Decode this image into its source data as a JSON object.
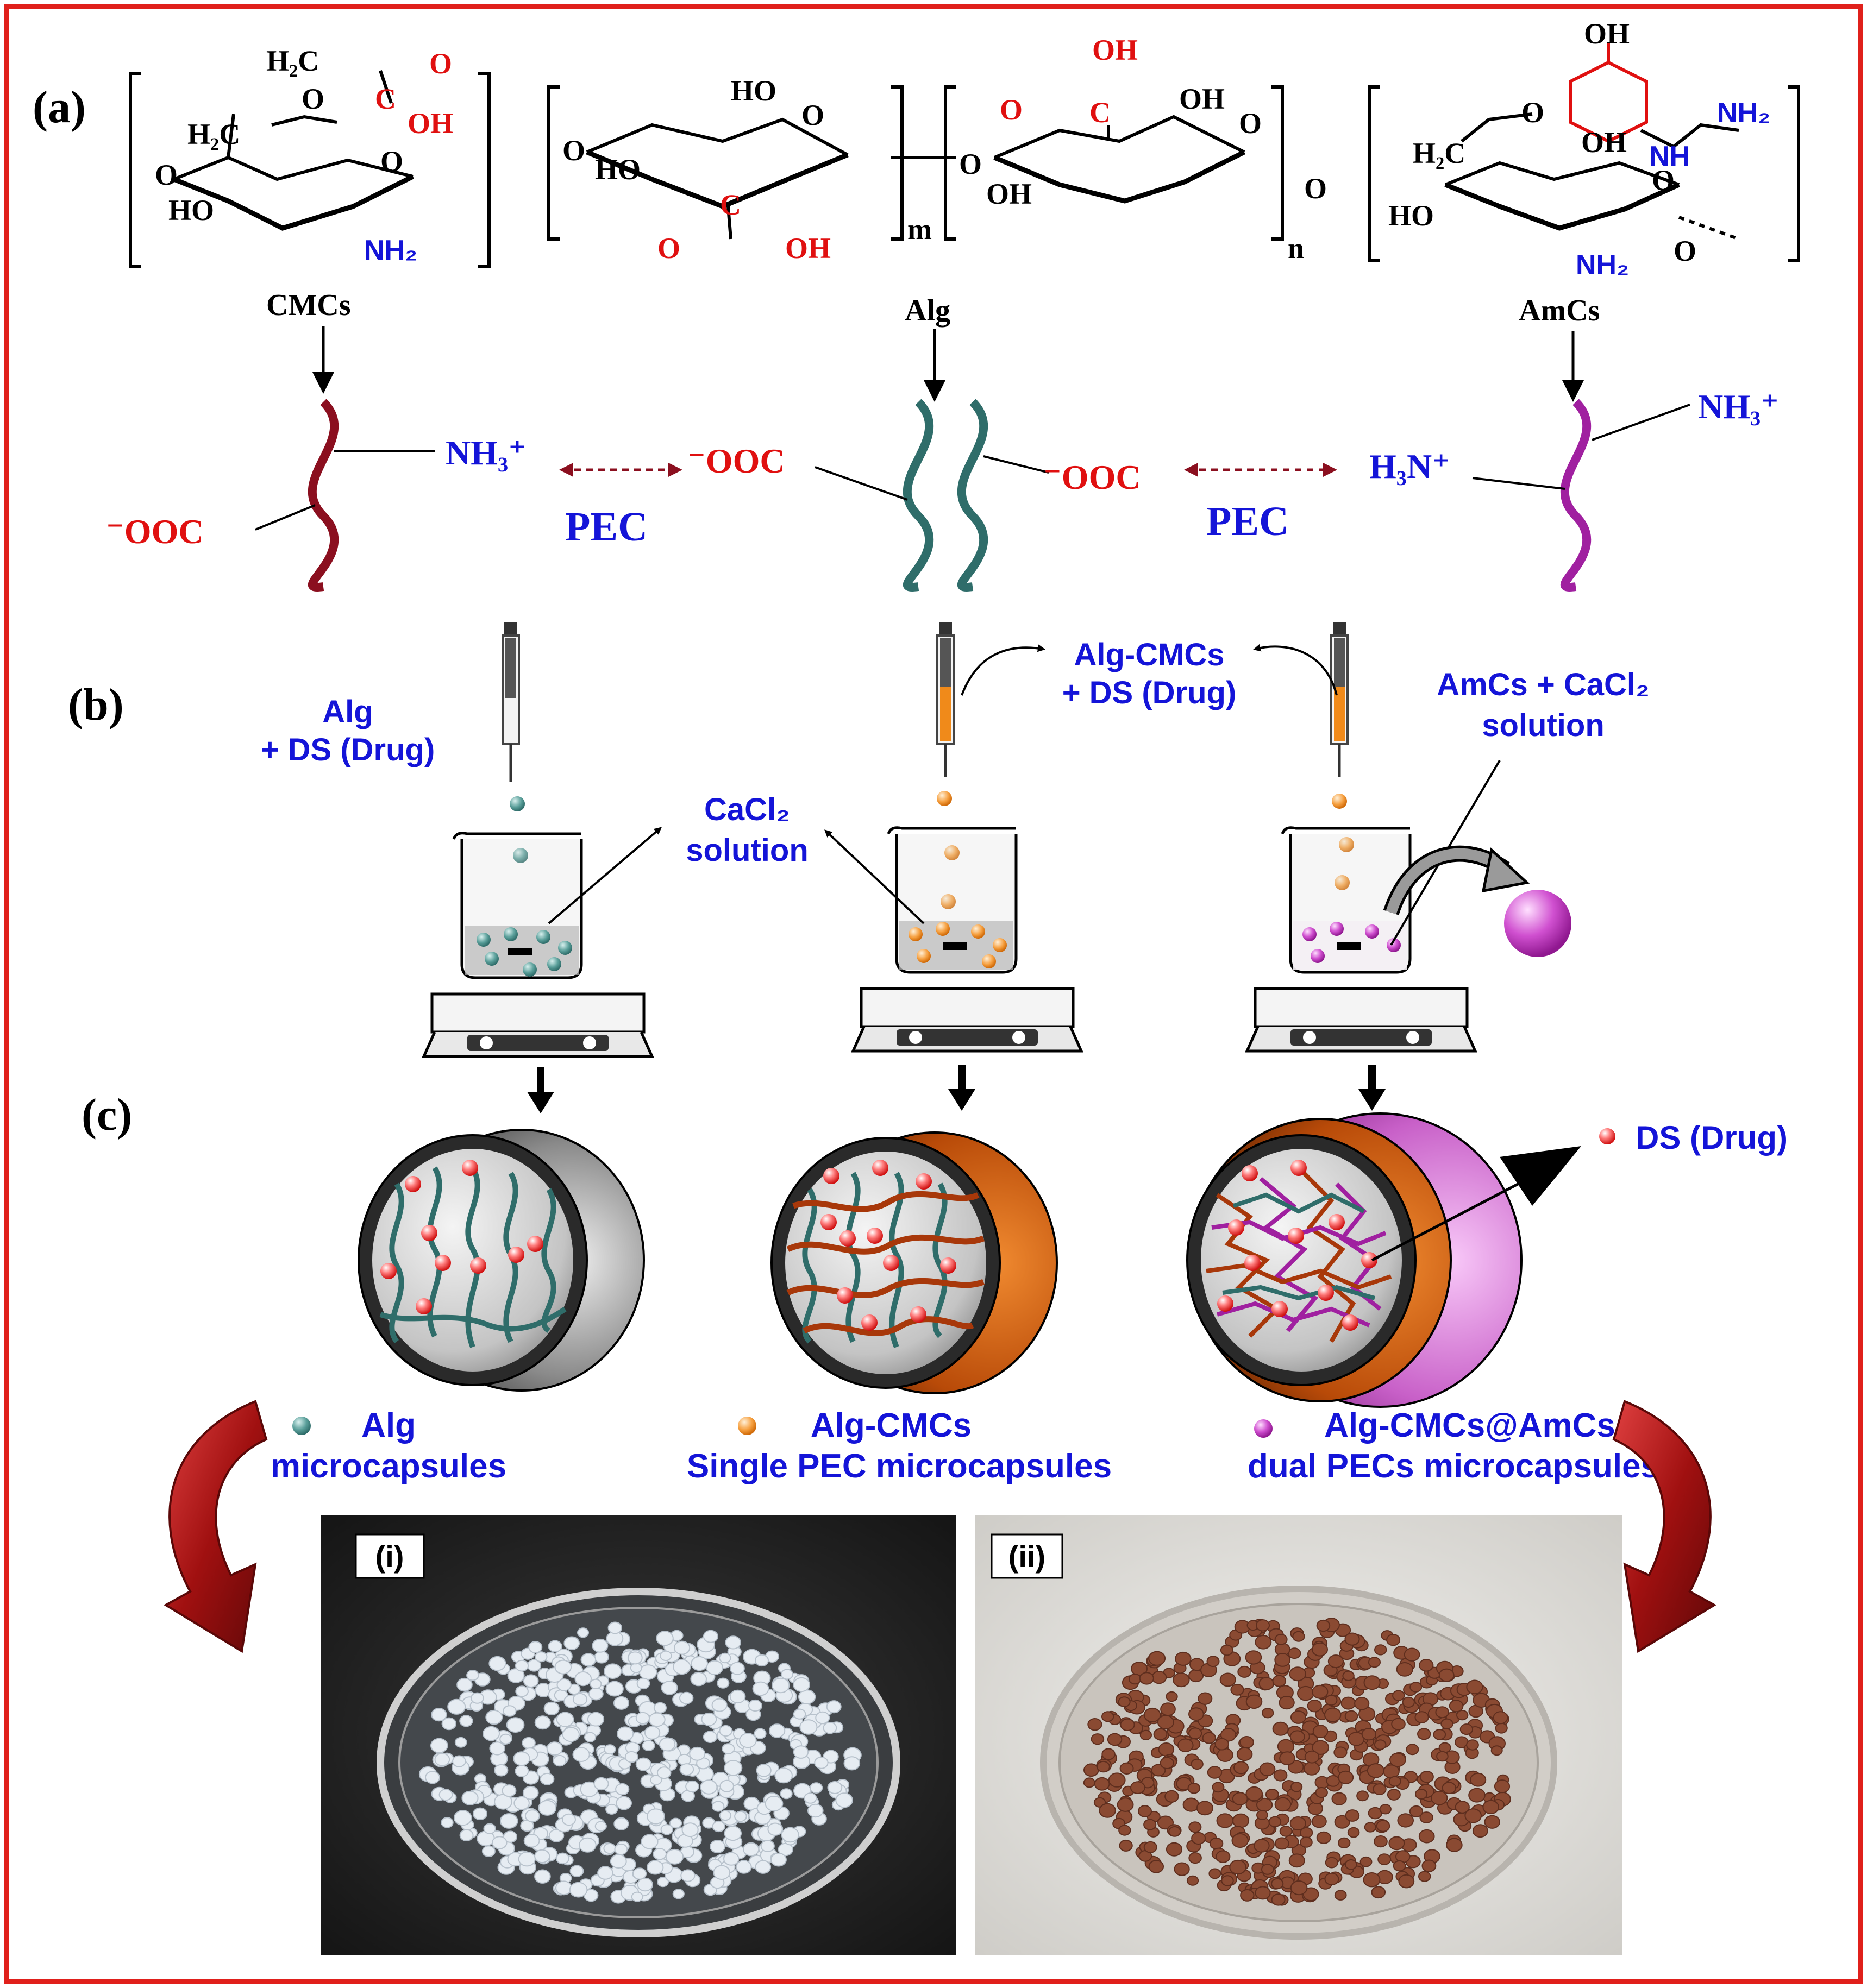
{
  "panels": {
    "a": "(a)",
    "b": "(b)",
    "c": "(c)"
  },
  "polymers": {
    "cmcs": "CMCs",
    "alg": "Alg",
    "amcs": "AmCs",
    "m": "m",
    "n": "n"
  },
  "chem": {
    "h2c": "H₂C",
    "o": "O",
    "c": "C",
    "oh": "OH",
    "ho": "HO",
    "nh2": "NH₂",
    "nh": "NH",
    "nh3_plus": "NH₃⁺",
    "h3n_plus": "H₃N⁺",
    "ooc_minus": "⁻OOC",
    "pec": "PEC"
  },
  "process": {
    "alg_drug_1": "Alg",
    "alg_drug_2": "+ DS (Drug)",
    "cacl2_1": "CaCl₂",
    "cacl2_2": "solution",
    "algcmcs_drug_1": "Alg-CMCs",
    "algcmcs_drug_2": "+ DS (Drug)",
    "amcs_cacl2_1": "AmCs + CaCl₂",
    "amcs_cacl2_2": "solution"
  },
  "capsules": {
    "ds_drug": "DS (Drug)",
    "alg_1": "Alg",
    "alg_2": "microcapsules",
    "single_1": "Alg-CMCs",
    "single_2": "Single PEC microcapsules",
    "dual_1": "Alg-CMCs@AmCs",
    "dual_2": "dual PECs microcapsules"
  },
  "photos": {
    "i": "(i)",
    "ii": "(ii)"
  },
  "colors": {
    "frame": "#e0201b",
    "blue": "#1414d8",
    "red": "#e01010",
    "maroon": "#8b0f1f",
    "teal": "#2f6d6a",
    "purple": "#a020a0",
    "orange": "#f08a1a",
    "arrow_dark_red": "#8a0f0f"
  }
}
